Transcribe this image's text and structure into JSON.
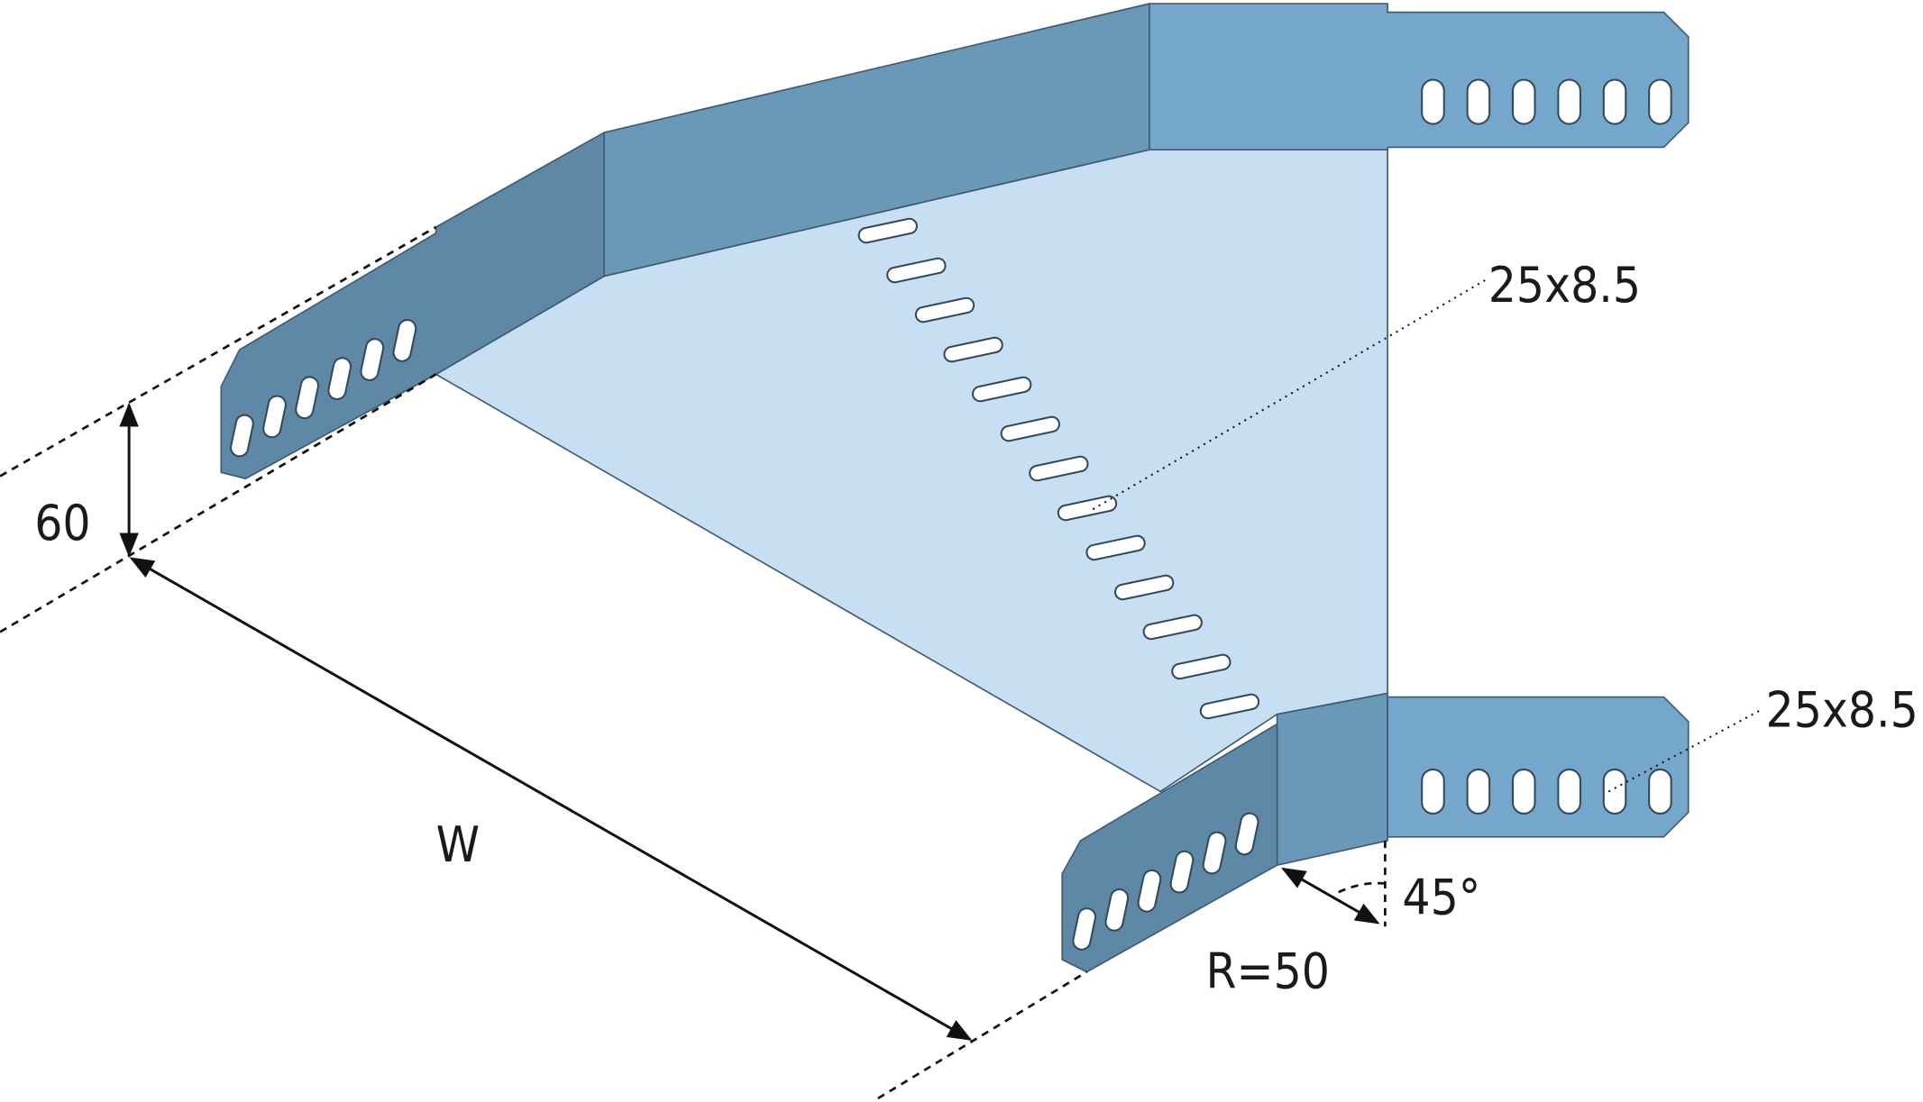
{
  "diagram": {
    "title": "45° cable tray bend",
    "labels": {
      "height": "60",
      "width": "W",
      "radius": "R=50",
      "angle": "45°",
      "slot_floor": "25x8.5",
      "slot_flange": "25x8.5"
    },
    "colors": {
      "floor": "#c8dff3",
      "wall_back": "#6a99b8",
      "wall_side": "#5e88a5",
      "flange": "#74a7cb"
    }
  }
}
